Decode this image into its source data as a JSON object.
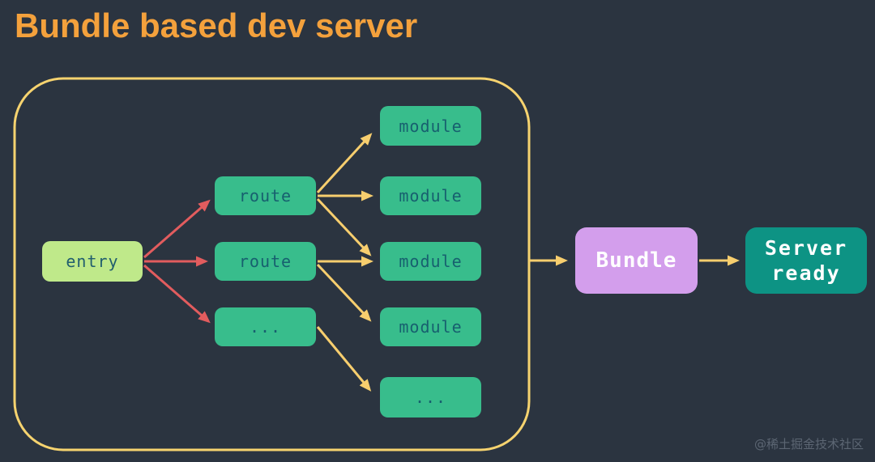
{
  "title": "Bundle based dev server",
  "watermark": "@稀土掘金技术社区",
  "colors": {
    "background": "#2b3440",
    "title": "#f4a13c",
    "container_border": "#f6d36f",
    "entry_bg": "#bfe98a",
    "entry_text": "#215e6e",
    "node_bg": "#38bd8c",
    "node_text": "#17606f",
    "red_arrow": "#e25c5e",
    "yellow_arrow": "#f7ce6e",
    "bundle_bg": "#d39eec",
    "bundle_text": "#ffffff",
    "server_bg": "#0d9384",
    "server_text": "#ffffff",
    "watermark": "#5c6673"
  },
  "diagram": {
    "entry": {
      "label": "entry"
    },
    "routes": [
      {
        "label": "route"
      },
      {
        "label": "route"
      },
      {
        "label": "..."
      }
    ],
    "modules": [
      {
        "label": "module"
      },
      {
        "label": "module"
      },
      {
        "label": "module"
      },
      {
        "label": "module"
      },
      {
        "label": "..."
      }
    ],
    "bundle": {
      "label": "Bundle"
    },
    "server": {
      "label": "Server\nready"
    }
  }
}
